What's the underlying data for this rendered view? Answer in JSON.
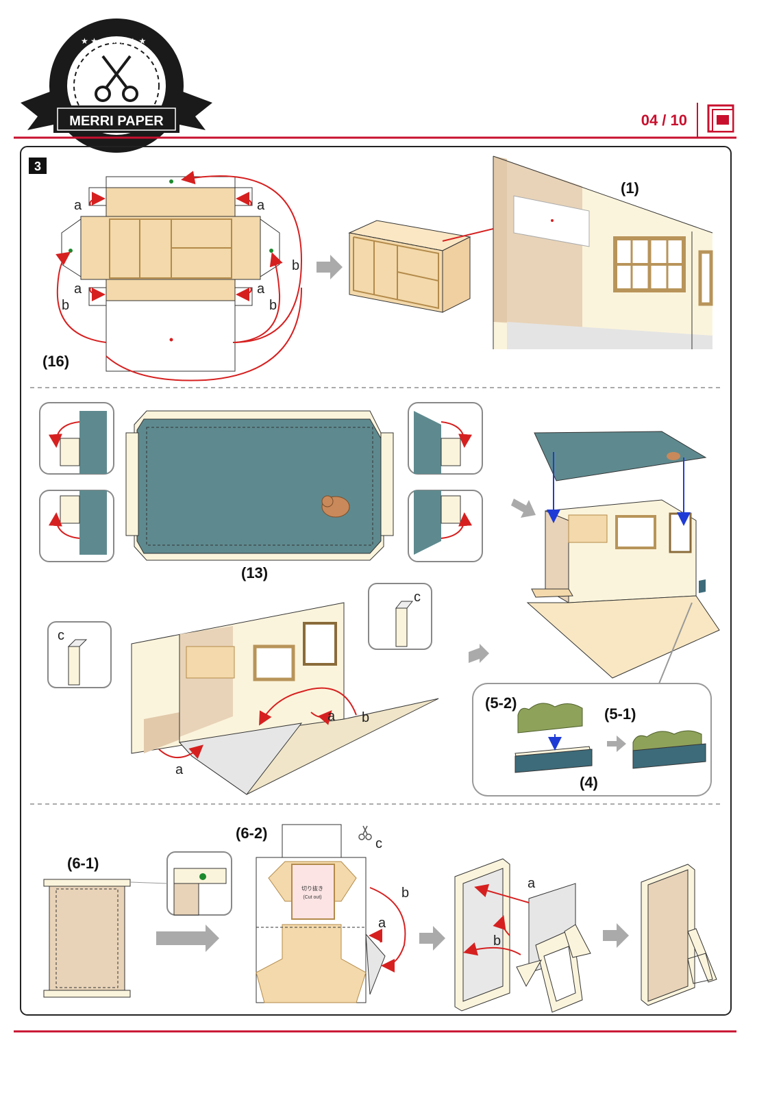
{
  "header": {
    "brand": "MERRI PAPER",
    "page_indicator": "04 / 10"
  },
  "step": {
    "number": "3"
  },
  "labels": {
    "a": "a",
    "b": "b",
    "c": "c",
    "p1": "(1)",
    "p16": "(16)",
    "p13": "(13)",
    "p4": "(4)",
    "p5_1": "(5-1)",
    "p5_2": "(5-2)",
    "p6_1": "(6-1)",
    "p6_2": "(6-2)",
    "cut_out_jp": "切り抜き",
    "cut_out_en": "(Cut out)"
  },
  "colors": {
    "accent_red": "#c8102e",
    "tan": "#f3d9ab",
    "teal": "#5e8a8f",
    "cream": "#fbf4dc",
    "wall_beige": "#e8d3b8",
    "shrub": "#8fa25a",
    "planter": "#3d6b7a",
    "arrow_gray": "#aaaaaa"
  }
}
